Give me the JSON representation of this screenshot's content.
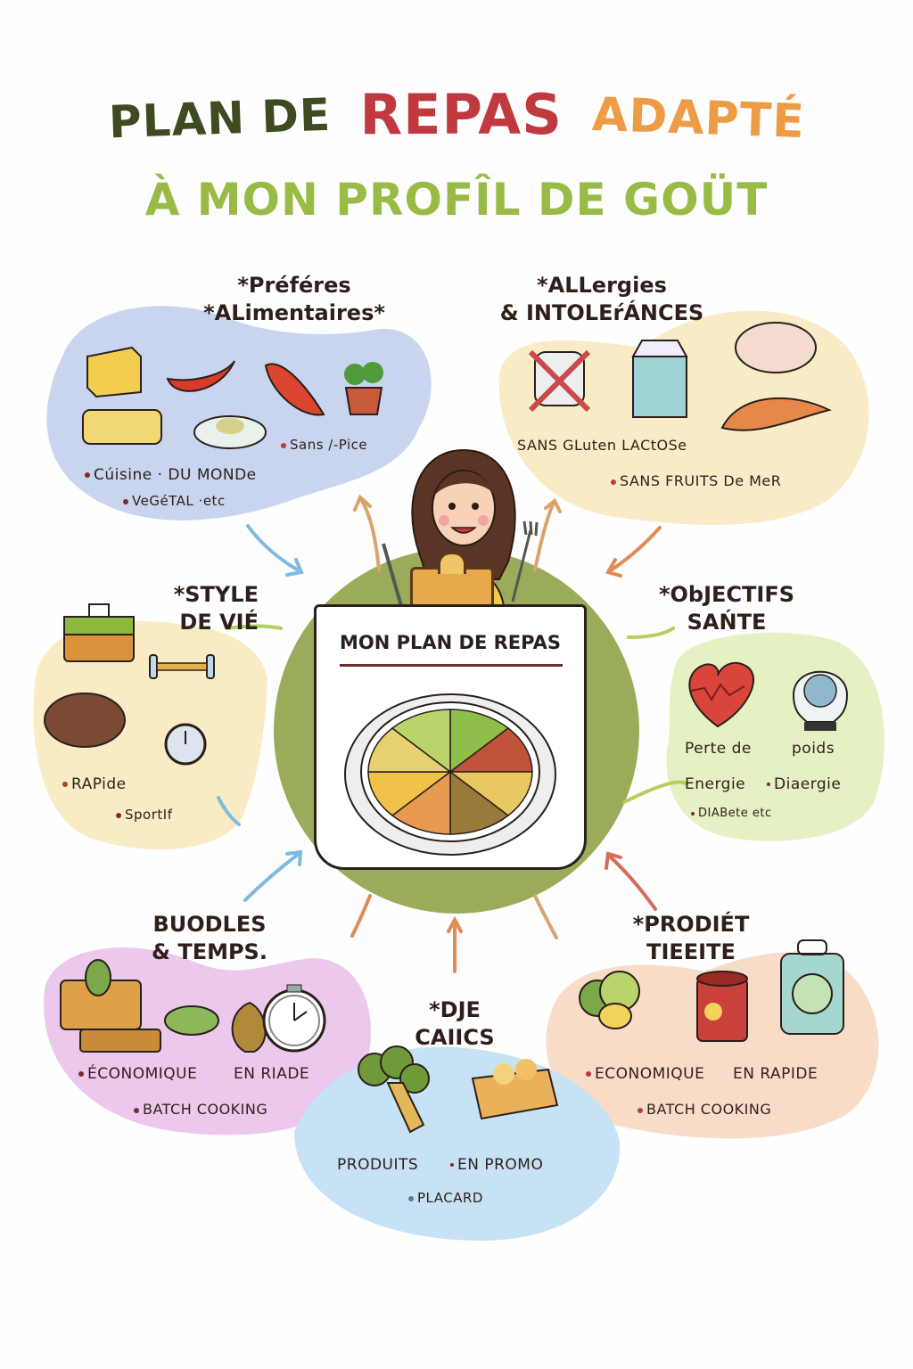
{
  "title": {
    "line1_part1": "PLAN DE",
    "line1_part2": "REPAS",
    "line1_part3": "ADAPTÉ",
    "line2": "À MON PROFÎL DE GOÜT",
    "colors": {
      "part1": "#3e4a1f",
      "part2": "#c0393f",
      "part3": "#ee9b45",
      "line2": "#98bb45"
    }
  },
  "center": {
    "card_title": "MON PLAN DE REPAS",
    "plate_segments": 8
  },
  "sections": {
    "preferences": {
      "heading_line1": "*Préféres",
      "heading_line2": "*ALimentaires*",
      "items": [
        "Sans /-Pice",
        "Cúisine · DU MONDe",
        "VeGéTAL ·etc"
      ],
      "icons": [
        "cheese-icon",
        "chili-pepper-icon",
        "red-pepper-icon",
        "potted-plant-icon",
        "bread-icon",
        "egg-dish-icon"
      ],
      "color": "#c9d5ef"
    },
    "allergies": {
      "heading_line1": "*ALLergies",
      "heading_line2": "& INTOLEŕÁNCES",
      "items": [
        "SANS GLuten LACtOSe",
        "SANS FRUITS De MeR"
      ],
      "icons": [
        "crossed-out-jar-icon",
        "milk-carton-icon",
        "shellfish-icon",
        "shrimp-icon"
      ],
      "color": "#f8ebc6"
    },
    "lifestyle": {
      "heading_line1": "*STYLE",
      "heading_line2": "DE VIÉ",
      "items": [
        "RAPide",
        "SportIf"
      ],
      "icons": [
        "briefcase-icon",
        "dumbbell-icon",
        "meat-icon",
        "clock-icon"
      ],
      "color": "#f9ecc4"
    },
    "health": {
      "heading_line1": "*ObJECTIFS",
      "heading_line2": "SAŃTE",
      "items": [
        "Perte de",
        "poids",
        "Energie",
        "Diaergie",
        "DIABete etc"
      ],
      "icons": [
        "heart-icon",
        "scale-icon"
      ],
      "color": "#e5f0c3"
    },
    "budget": {
      "heading_line1": "BUODLES",
      "heading_line2": "& TEMPS.",
      "items": [
        "ÉCONOMIQUE",
        "EN RIADE",
        "BATCH COOKING"
      ],
      "icons": [
        "wallet-icon",
        "leaf-icon",
        "onion-icon",
        "stopwatch-icon"
      ],
      "color": "#ebc8ec"
    },
    "pantry": {
      "heading_line1": "*DJE",
      "heading_line2": "CAIICS",
      "items": [
        "PRODUITS",
        "EN PROMO",
        "PLACARD"
      ],
      "icons": [
        "broccoli-icon",
        "food-box-icon"
      ],
      "color": "#c7e2f4"
    },
    "project": {
      "heading_line1": "*PRODIÉT",
      "heading_line2": "TIEEITE",
      "items": [
        "ECONOMIQUE",
        "EN RAPIDE",
        "BATCH COOKING"
      ],
      "icons": [
        "vegetables-icon",
        "tin-can-icon",
        "lunchbox-clock-icon"
      ],
      "color": "#f8dcc8"
    }
  }
}
